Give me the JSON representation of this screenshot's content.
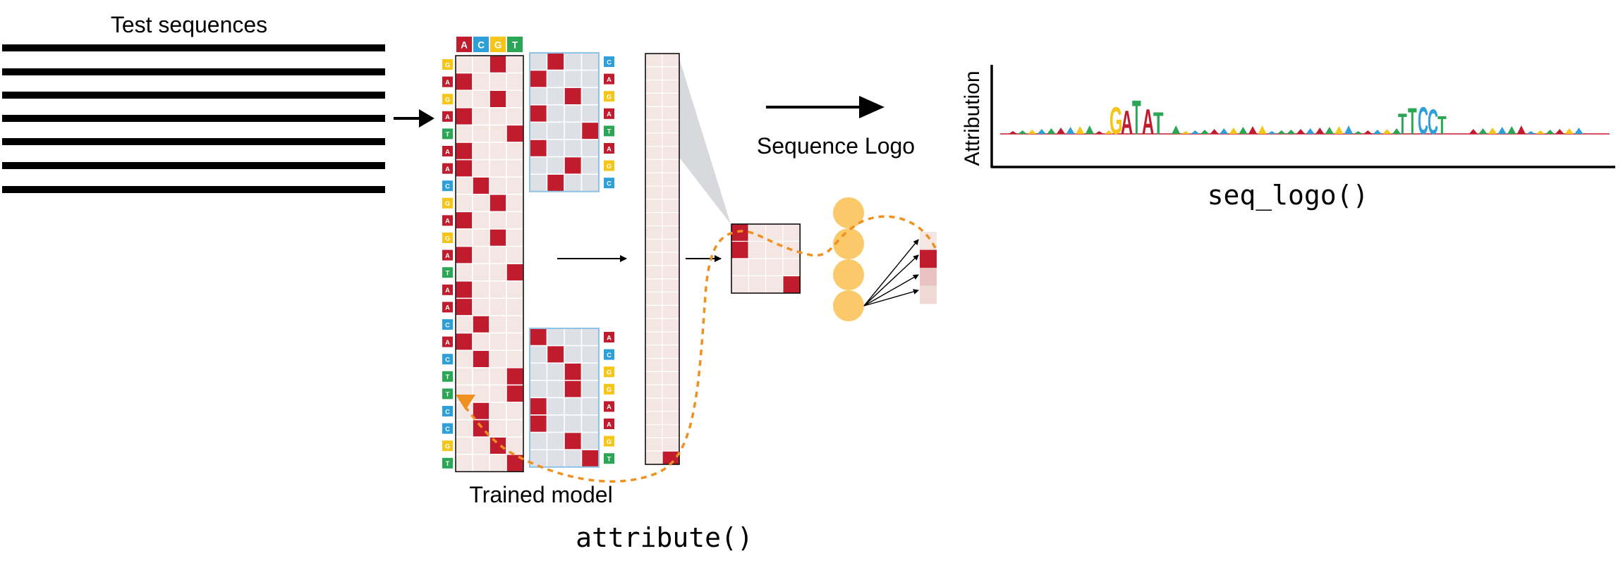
{
  "labels": {
    "test_sequences": "Test sequences",
    "trained_model": "Trained model",
    "attribute_fn": "attribute()",
    "sequence_logo": "Sequence Logo",
    "attribution_axis": "Attribution",
    "seq_logo_fn": "seq_logo()"
  },
  "colors": {
    "A": "#c01c2e",
    "C": "#2d9fd9",
    "G": "#f5c518",
    "T": "#2aa655",
    "onehot_on": "#c01c2e",
    "onehot_off": "#f3e6e3",
    "filter_off": "#dde0e6",
    "filter_border": "#8fc3e6",
    "neuron": "#fcc96a",
    "path": "#f0901e"
  },
  "alphabet": [
    "A",
    "C",
    "G",
    "T"
  ],
  "sequence": [
    "G",
    "A",
    "G",
    "A",
    "T",
    "A",
    "A",
    "C",
    "G",
    "A",
    "G",
    "A",
    "T",
    "A",
    "A",
    "C",
    "A",
    "C",
    "T",
    "T",
    "C",
    "C",
    "G",
    "T"
  ],
  "filter_top_letters": [
    "C",
    "A",
    "G",
    "A",
    "T",
    "A",
    "G",
    "C"
  ],
  "filter_bottom_letters": [
    "A",
    "C",
    "G",
    "G",
    "A",
    "A",
    "G",
    "T"
  ],
  "logo_motifs": [
    "GATAT",
    "TTCCT"
  ]
}
